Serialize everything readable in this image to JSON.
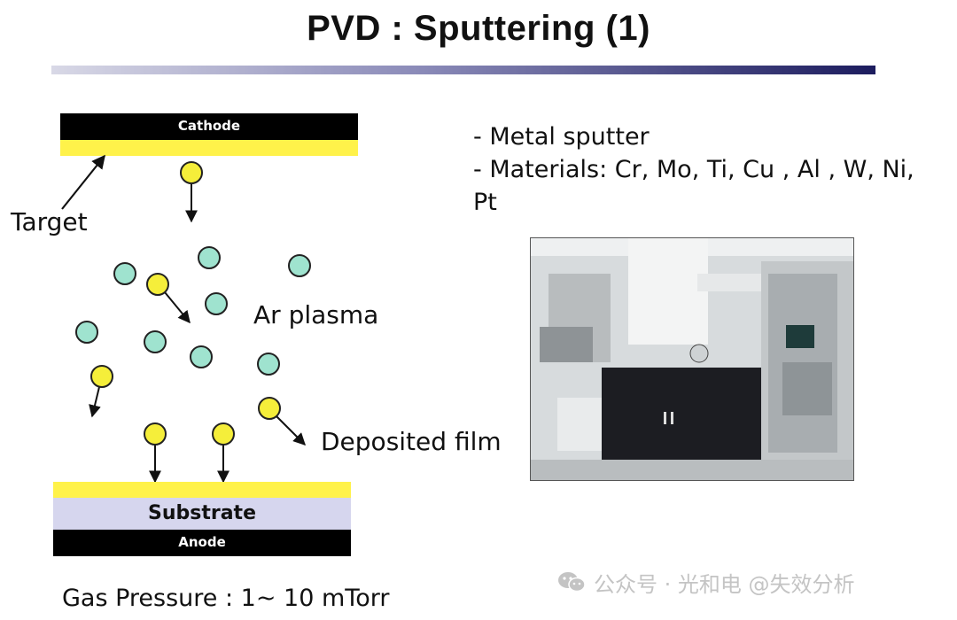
{
  "title": "PVD : Sputtering (1)",
  "diagram": {
    "cathode_label": "Cathode",
    "target_label": "Target",
    "plasma_label": "Ar plasma",
    "deposited_label": "Deposited film",
    "substrate_label": "Substrate",
    "anode_label": "Anode",
    "gas_pressure": "Gas Pressure : 1~ 10  mTorr",
    "colors": {
      "electrode": "#000000",
      "target_film": "#fff24a",
      "substrate": "#d6d6ee",
      "ar_ion": "#9fe3cf",
      "sputtered_atom": "#f5ee3a"
    }
  },
  "bullets": [
    "- Metal sputter",
    "- Materials: Cr, Mo, Ti, Cu , Al , W, Ni, Pt"
  ],
  "watermark": {
    "icon": "wechat-icon",
    "text": "公众号 · 光和电 @失效分析"
  }
}
